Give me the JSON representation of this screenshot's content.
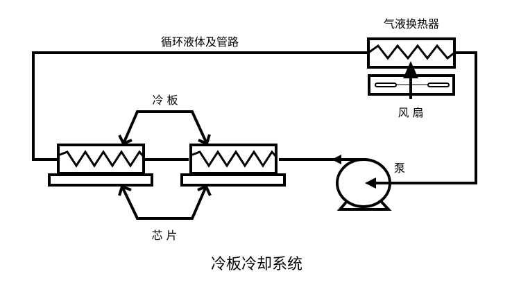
{
  "title": "冷板冷却系统",
  "labels": {
    "loop": "循环液体及管路",
    "heat_exchanger": "气液换热器",
    "fan": "风 扇",
    "cold_plate": "冷 板",
    "chip": "芯 片",
    "pump": "泵"
  },
  "colors": {
    "stroke": "#000000",
    "background": "#ffffff"
  }
}
